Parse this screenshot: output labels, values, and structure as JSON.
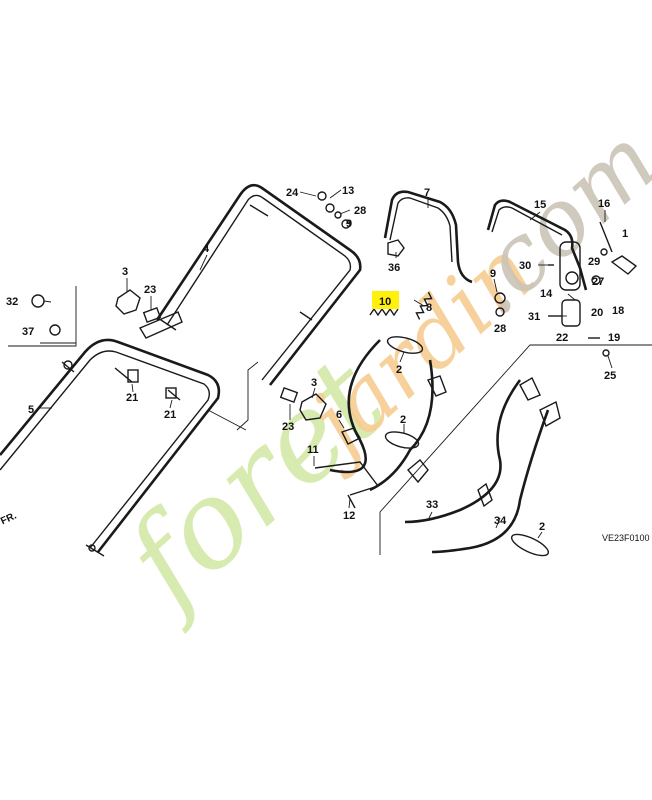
{
  "diagram": {
    "code": "VE23F0100",
    "front_marker": "FR.",
    "highlighted_part": "10",
    "watermark": {
      "prefix": "foret",
      "brand": "jardin",
      "suffix": ".com",
      "color_light": "#cfe6a0",
      "color_brand": "#f5c98a",
      "color_tail": "#c7bfb3"
    },
    "callouts": [
      {
        "id": "c24",
        "label": "24"
      },
      {
        "id": "c13",
        "label": "13"
      },
      {
        "id": "c28a",
        "label": "28"
      },
      {
        "id": "c9a",
        "label": "9"
      },
      {
        "id": "c7",
        "label": "7"
      },
      {
        "id": "c15",
        "label": "15"
      },
      {
        "id": "c16",
        "label": "16"
      },
      {
        "id": "c1",
        "label": "1"
      },
      {
        "id": "c4",
        "label": "4"
      },
      {
        "id": "c36",
        "label": "36"
      },
      {
        "id": "c30",
        "label": "30"
      },
      {
        "id": "c29",
        "label": "29"
      },
      {
        "id": "c27",
        "label": "27"
      },
      {
        "id": "c3a",
        "label": "3"
      },
      {
        "id": "c23a",
        "label": "23"
      },
      {
        "id": "c10",
        "label": "10"
      },
      {
        "id": "c8",
        "label": "8"
      },
      {
        "id": "c9b",
        "label": "9"
      },
      {
        "id": "c14",
        "label": "14"
      },
      {
        "id": "c20",
        "label": "20"
      },
      {
        "id": "c18",
        "label": "18"
      },
      {
        "id": "c32",
        "label": "32"
      },
      {
        "id": "c37",
        "label": "37"
      },
      {
        "id": "c28b",
        "label": "28"
      },
      {
        "id": "c31",
        "label": "31"
      },
      {
        "id": "c22",
        "label": "22"
      },
      {
        "id": "c19",
        "label": "19"
      },
      {
        "id": "c2a",
        "label": "2"
      },
      {
        "id": "c25",
        "label": "25"
      },
      {
        "id": "c21a",
        "label": "21"
      },
      {
        "id": "c21b",
        "label": "21"
      },
      {
        "id": "c5",
        "label": "5"
      },
      {
        "id": "c3b",
        "label": "3"
      },
      {
        "id": "c23b",
        "label": "23"
      },
      {
        "id": "c6",
        "label": "6"
      },
      {
        "id": "c2b",
        "label": "2"
      },
      {
        "id": "c11",
        "label": "11"
      },
      {
        "id": "c12",
        "label": "12"
      },
      {
        "id": "c33",
        "label": "33"
      },
      {
        "id": "c34",
        "label": "34"
      },
      {
        "id": "c2c",
        "label": "2"
      }
    ]
  }
}
